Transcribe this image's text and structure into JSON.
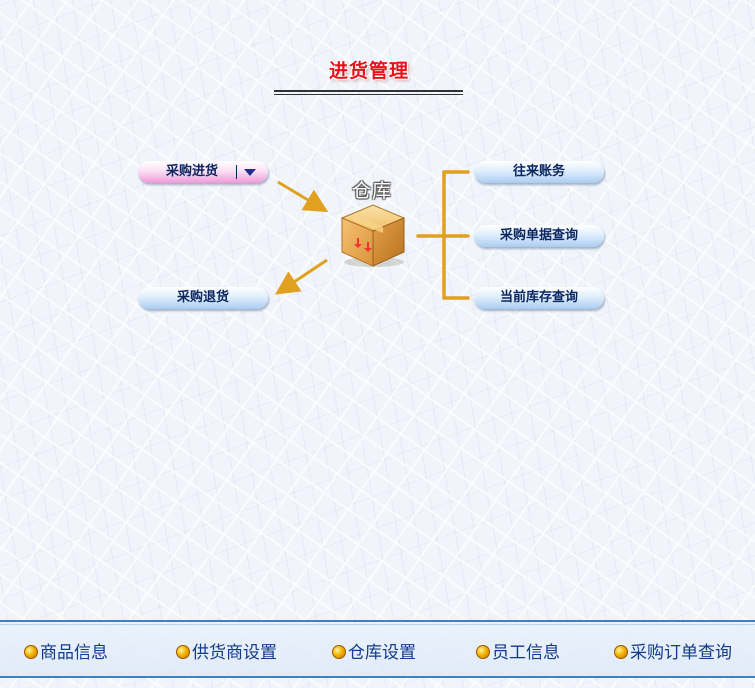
{
  "page": {
    "title": "进货管理"
  },
  "diagram": {
    "purchase_in_label": "采购进货",
    "purchase_return_label": "采购退货",
    "warehouse_label": "仓库",
    "right_buttons": [
      "往来账务",
      "采购单据查询",
      "当前库存查询"
    ]
  },
  "footer": {
    "items": [
      "商品信息",
      "供货商设置",
      "仓库设置",
      "员工信息",
      "采购订单查询"
    ]
  },
  "colors": {
    "title": "#e8101a",
    "connector": "#e0a020",
    "footer_border": "#3f7fc4",
    "link_text": "#123a8c"
  }
}
